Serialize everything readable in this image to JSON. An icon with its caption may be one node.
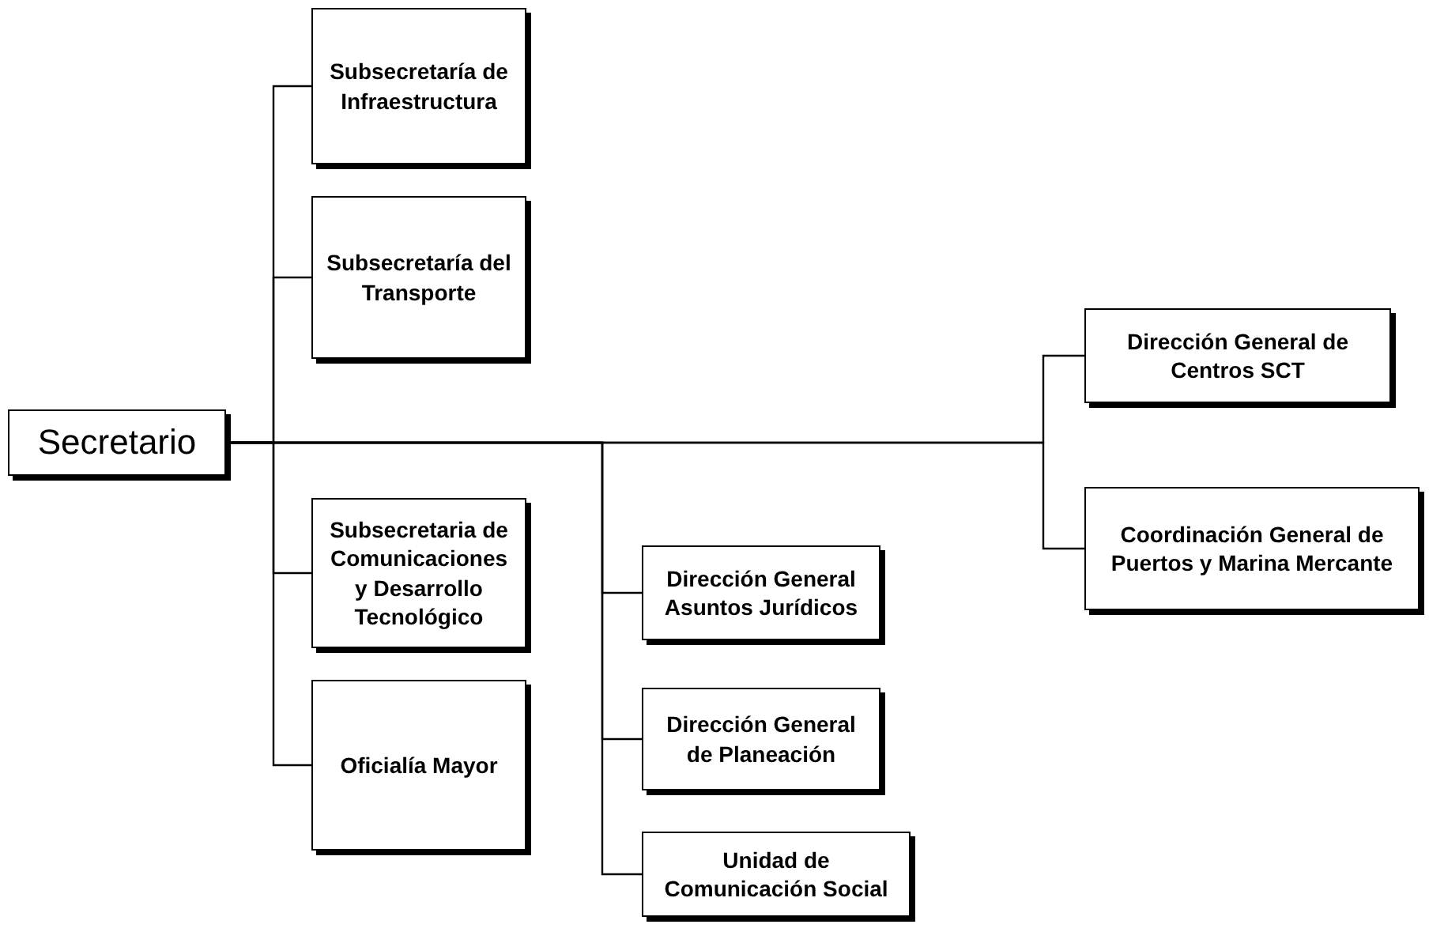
{
  "diagram": {
    "nodes": [
      {
        "text": [
          "Secretario"
        ]
      },
      {
        "text": [
          "Subsecretaría de Infraestructura"
        ]
      },
      {
        "text": [
          "Subsecretaría del Transporte"
        ]
      },
      {
        "text": [
          "Subsecretaria de Comunicaciones y Desarrollo Tecnológico"
        ]
      },
      {
        "text": [
          "Oficialía Mayor"
        ]
      },
      {
        "text": [
          "Dirección General Asuntos Jurídicos"
        ]
      },
      {
        "text": [
          "Dirección General de Planeación"
        ]
      },
      {
        "text": [
          "Unidad de Comunicación Social"
        ]
      },
      {
        "text": [
          "Dirección General de Centros SCT"
        ]
      },
      {
        "text": [
          "Coordinación General de Puertos y Marina Mercante"
        ]
      }
    ],
    "edges": [
      {
        "from": 0,
        "to": 1,
        "arrow": "none"
      },
      {
        "from": 0,
        "to": 2,
        "arrow": "none"
      },
      {
        "from": 0,
        "to": 3,
        "arrow": "none"
      },
      {
        "from": 0,
        "to": 4,
        "arrow": "none"
      },
      {
        "from": 0,
        "to": 5,
        "arrow": "none"
      },
      {
        "from": 0,
        "to": 6,
        "arrow": "none"
      },
      {
        "from": 0,
        "to": 7,
        "arrow": "none"
      },
      {
        "from": 0,
        "to": 8,
        "arrow": "none"
      },
      {
        "from": 0,
        "to": 9,
        "arrow": "none"
      }
    ]
  }
}
